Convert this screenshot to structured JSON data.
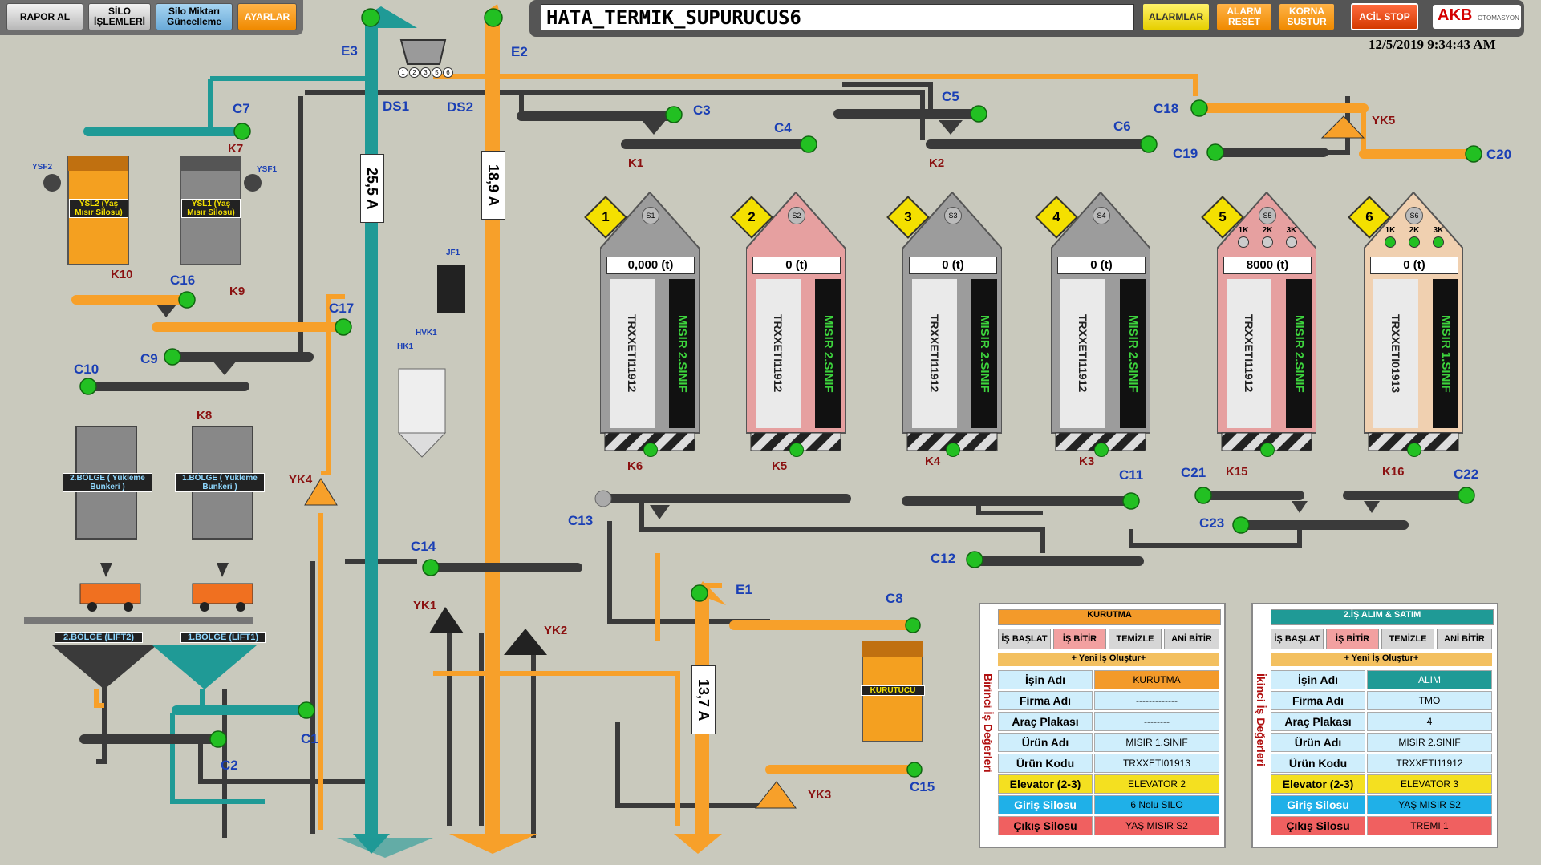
{
  "toolbar": {
    "rapor": "RAPOR AL",
    "silo_islem": "SİLO İŞLEMLERİ",
    "silo_miktar": "Silo Miktarı Güncelleme",
    "ayarlar": "AYARLAR",
    "title": "HATA_TERMIK_SUPURUCUS6",
    "alarmlar": "ALARMLAR",
    "alarm_reset": "ALARM RESET",
    "korna": "KORNA SUSTUR",
    "acil_stop": "ACİL STOP",
    "logo": "AKB",
    "logo_sub": "OTOMASYON",
    "datetime": "12/5/2019 9:34:43 AM"
  },
  "elevators": {
    "e3": "E3",
    "e2": "E2",
    "e1": "E1",
    "e3_amp": "25,5 A",
    "e2_amp": "18,9 A",
    "e1_amp": "13,7 A",
    "ds1": "DS1",
    "ds2": "DS2",
    "ports": [
      "1",
      "2",
      "3",
      "5",
      "6"
    ]
  },
  "conveyors": {
    "c1": "C1",
    "c2": "C2",
    "c3": "C3",
    "c4": "C4",
    "c5": "C5",
    "c6": "C6",
    "c7": "C7",
    "c8": "C8",
    "c9": "C9",
    "c10": "C10",
    "c11": "C11",
    "c12": "C12",
    "c13": "C13",
    "c14": "C14",
    "c15": "C15",
    "c16": "C16",
    "c17": "C17",
    "c18": "C18",
    "c19": "C19",
    "c20": "C20",
    "c21": "C21",
    "c22": "C22",
    "c23": "C23"
  },
  "valves": {
    "k1": "K1",
    "k2": "K2",
    "k3": "K3",
    "k4": "K4",
    "k5": "K5",
    "k6": "K6",
    "k7": "K7",
    "k8": "K8",
    "k9": "K9",
    "k10": "K10",
    "k15": "K15",
    "k16": "K16",
    "yk1": "YK1",
    "yk2": "YK2",
    "yk3": "YK3",
    "yk4": "YK4",
    "yk5": "YK5",
    "jf1": "JF1",
    "hvk1": "HVK1",
    "hk1": "HK1",
    "ysf1": "YSF1",
    "ysf2": "YSF2"
  },
  "left_silos": {
    "ysl2": "YSL2 (Yaş Mısır Silosu)",
    "ysl1": "YSL1 (Yaş Mısır Silosu)",
    "bolge2": "2.BÖLGE ( Yükleme Bunkeri )",
    "bolge1": "1.BÖLGE ( Yükleme Bunkeri )",
    "lift2": "2.BÖLGE (LİFT2)",
    "lift1": "1.BÖLGE (LİFT1)",
    "kurutucu": "KURUTUCU"
  },
  "silos": [
    {
      "num": "1",
      "s": "S1",
      "qty": "0,000 (t)",
      "code": "TRXXETI11912",
      "product": "MISIR 2.SINIF",
      "color": "#9c9c9c"
    },
    {
      "num": "2",
      "s": "S2",
      "qty": "0 (t)",
      "code": "TRXXETI11912",
      "product": "MISIR 2.SINIF",
      "color": "#e6a0a0"
    },
    {
      "num": "3",
      "s": "S3",
      "qty": "0 (t)",
      "code": "TRXXETI11912",
      "product": "MISIR 2.SINIF",
      "color": "#9c9c9c"
    },
    {
      "num": "4",
      "s": "S4",
      "qty": "0 (t)",
      "code": "TRXXETI11912",
      "product": "MISIR 2.SINIF",
      "color": "#9c9c9c"
    },
    {
      "num": "5",
      "s": "S5",
      "qty": "8000 (t)",
      "code": "TRXXETI11912",
      "product": "MISIR 2.SINIF",
      "color": "#e6a0a0"
    },
    {
      "num": "6",
      "s": "S6",
      "qty": "0 (t)",
      "code": "TRXXETI01913",
      "product": "MISIR 1.SINIF",
      "color": "#f0d0b0"
    }
  ],
  "level_labels": [
    "1K",
    "2K",
    "3K"
  ],
  "panel1": {
    "header": "KURUTMA",
    "side": "Birinci İş Değerleri",
    "btn_start": "İŞ BAŞLAT",
    "btn_end": "İŞ BİTİR",
    "btn_clean": "TEMİZLE",
    "btn_stop": "ANİ BİTİR",
    "new_job": "+ Yeni İş Oluştur+",
    "rows": [
      {
        "label": "İşin Adı",
        "value": "KURUTMA"
      },
      {
        "label": "Firma Adı",
        "value": "-------------"
      },
      {
        "label": "Araç Plakası",
        "value": "--------"
      },
      {
        "label": "Ürün Adı",
        "value": "MISIR 1.SINIF"
      },
      {
        "label": "Ürün Kodu",
        "value": "TRXXETI01913"
      },
      {
        "label": "Elevator (2-3)",
        "value": "ELEVATOR 2"
      },
      {
        "label": "Giriş Silosu",
        "value": "6 Nolu SILO"
      },
      {
        "label": "Çıkış Silosu",
        "value": "YAŞ MISIR S2"
      }
    ]
  },
  "panel2": {
    "header": "2.İŞ ALIM & SATIM",
    "side": "İkinci İş Değerleri",
    "btn_start": "İŞ BAŞLAT",
    "btn_end": "İŞ BİTİR",
    "btn_clean": "TEMİZLE",
    "btn_stop": "ANİ BİTİR",
    "new_job": "+ Yeni İş Oluştur+",
    "rows": [
      {
        "label": "İşin Adı",
        "value": "ALIM"
      },
      {
        "label": "Firma Adı",
        "value": "TMO"
      },
      {
        "label": "Araç Plakası",
        "value": "4"
      },
      {
        "label": "Ürün Adı",
        "value": "MISIR 2.SINIF"
      },
      {
        "label": "Ürün Kodu",
        "value": "TRXXETI11912"
      },
      {
        "label": "Elevator (2-3)",
        "value": "ELEVATOR 3"
      },
      {
        "label": "Giriş Silosu",
        "value": "YAŞ MISIR S2"
      },
      {
        "label": "Çıkış Silosu",
        "value": "TREMI 1"
      }
    ]
  },
  "colors": {
    "orange": "#f7a02a",
    "teal": "#1f9a96",
    "dark": "#3a3a3a",
    "green": "#22c022",
    "blue_label": "#1a3fb5"
  }
}
